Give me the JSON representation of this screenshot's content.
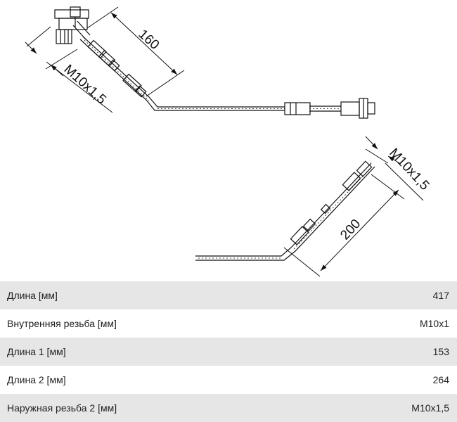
{
  "drawing": {
    "top_hose": {
      "length_label": "160",
      "thread_label": "M10x1,5"
    },
    "bottom_hose": {
      "length_label": "200",
      "thread_label": "M10x1,5"
    }
  },
  "specs": [
    {
      "label": "Длина [мм]",
      "value": "417"
    },
    {
      "label": "Внутренняя резьба [мм]",
      "value": "M10x1"
    },
    {
      "label": "Длина 1 [мм]",
      "value": "153"
    },
    {
      "label": "Длина 2 [мм]",
      "value": "264"
    },
    {
      "label": "Наружная резьба 2 [мм]",
      "value": "M10x1,5"
    }
  ]
}
